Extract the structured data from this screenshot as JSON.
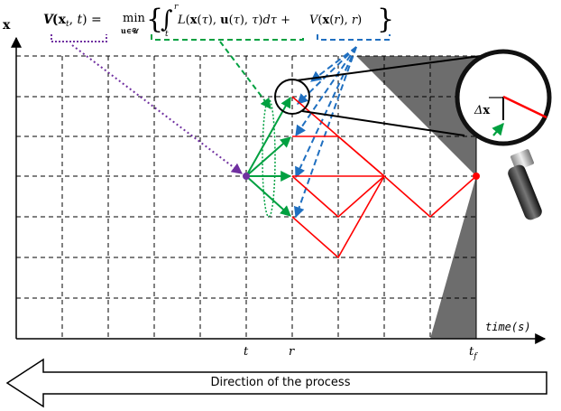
{
  "axes": {
    "y_label": "x",
    "x_label": "time(s)",
    "t_label": "t",
    "r_label": "r",
    "tf_label": "t",
    "tf_subscript": "f"
  },
  "equation": {
    "lhs": "V(x",
    "lhs_sub": "t",
    "lhs_rest": ", t) =",
    "operator": "min",
    "operator_sub": "u∈𝒰",
    "integral_lower": "t",
    "integral_upper": "r",
    "integrand": "L(x(τ), u(τ), τ)dτ +",
    "terminal": "V(x(r), r)"
  },
  "magnifier": {
    "label": "Δx"
  },
  "process_arrow": {
    "label": "Direction of the process"
  },
  "colors": {
    "purple": "#7030a0",
    "green": "#00a040",
    "blue": "#1f6fc0",
    "red": "#ff0000",
    "shade": "#6d6d6d",
    "grid": "#000000"
  }
}
